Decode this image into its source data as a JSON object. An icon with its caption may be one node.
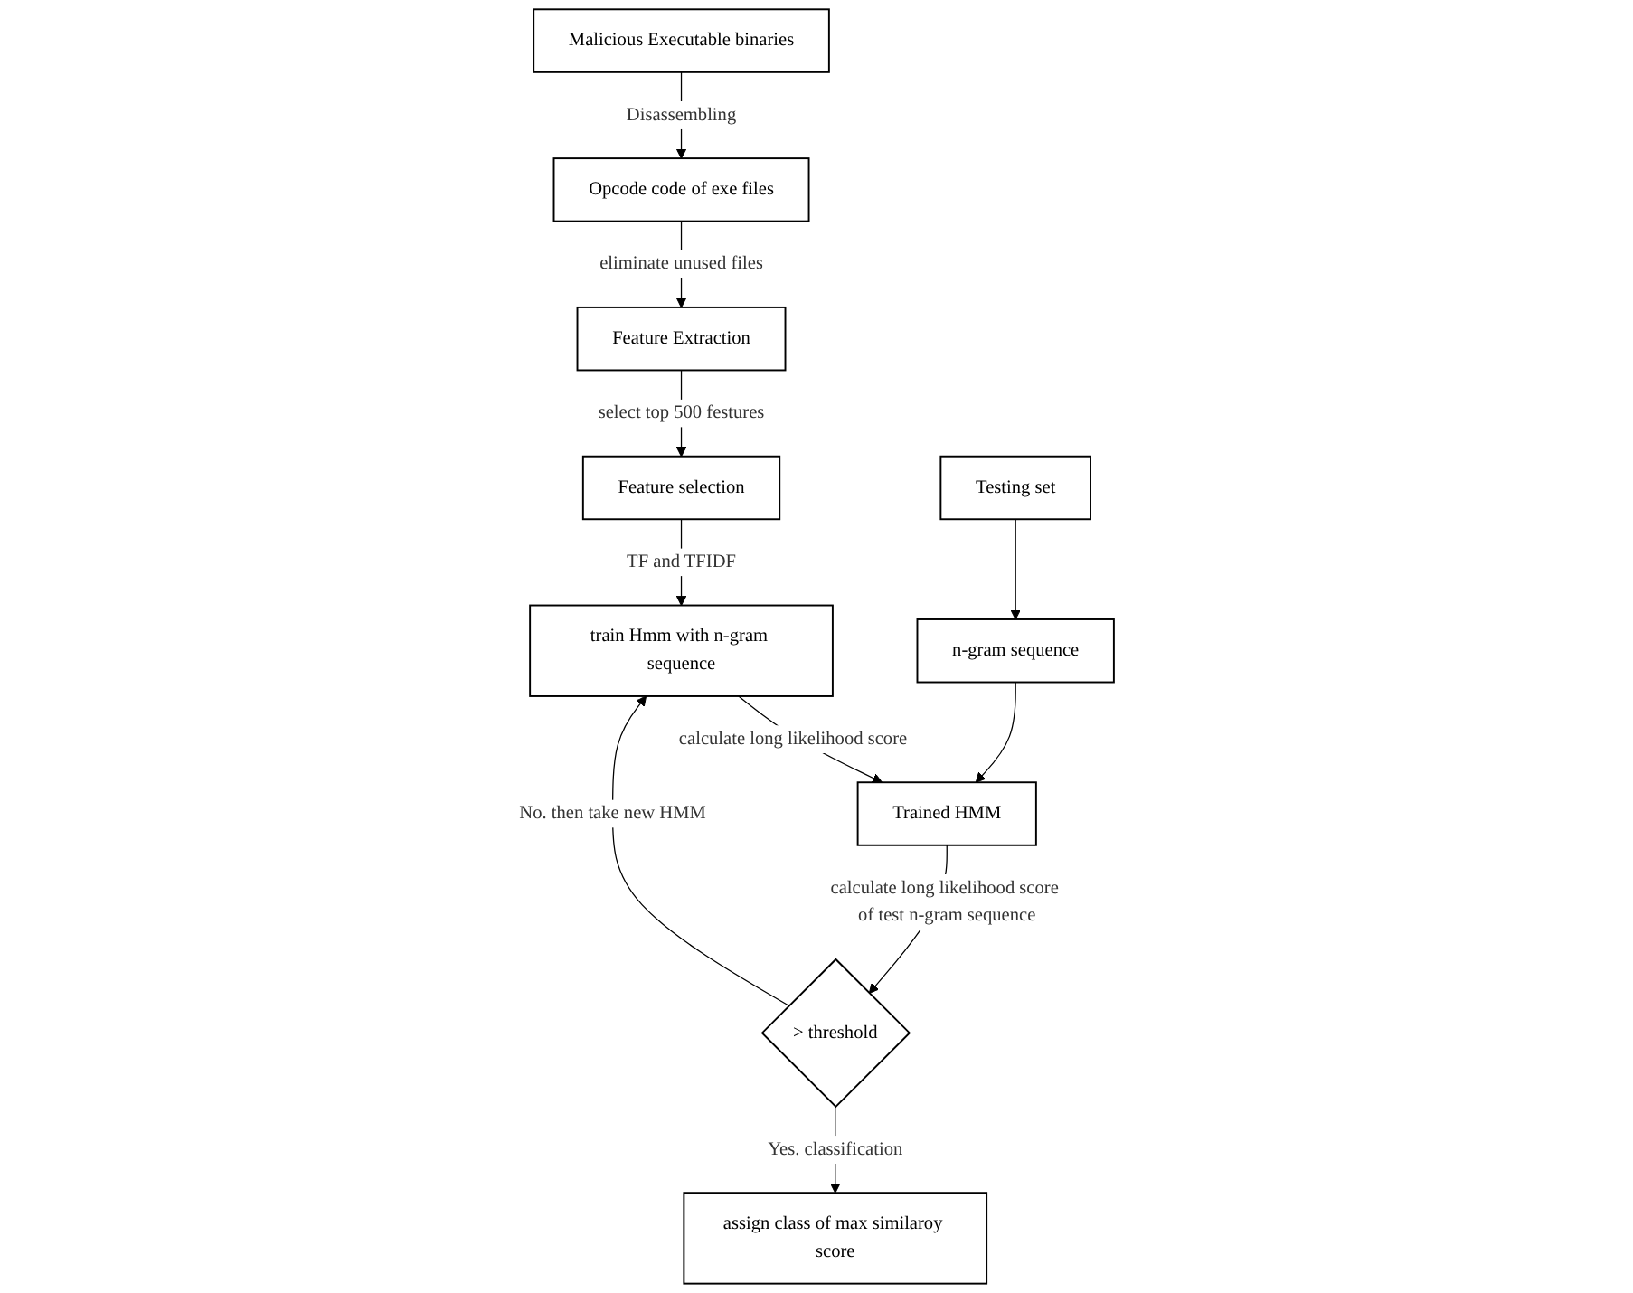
{
  "diagram": {
    "nodes": [
      {
        "text": [
          "Malicious Executable binaries"
        ]
      },
      {
        "text": [
          "Opcode code of exe files"
        ]
      },
      {
        "text": [
          "Feature Extraction"
        ]
      },
      {
        "text": [
          "Feature selection"
        ]
      },
      {
        "text": [
          "Testing set"
        ]
      },
      {
        "text": [
          "train Hmm with n-gram sequence"
        ]
      },
      {
        "text": [
          "n-gram sequence"
        ]
      },
      {
        "text": [
          "Trained HMM"
        ]
      },
      {
        "text": [
          "> threshold"
        ]
      },
      {
        "text": [
          "assign class of max similaroy score"
        ]
      }
    ],
    "edges": [
      {
        "from": 0,
        "to": 1,
        "arrow": "to",
        "label": "Disassembling"
      },
      {
        "from": 1,
        "to": 2,
        "arrow": "to",
        "label": "eliminate unused files"
      },
      {
        "from": 2,
        "to": 3,
        "arrow": "to",
        "label": "select top 500 festures"
      },
      {
        "from": 3,
        "to": 5,
        "arrow": "to",
        "label": "TF and TFIDF"
      },
      {
        "from": 4,
        "to": 6,
        "arrow": "to"
      },
      {
        "from": 5,
        "to": 7,
        "arrow": "to",
        "label": "calculate long likelihood score"
      },
      {
        "from": 6,
        "to": 7,
        "arrow": "to"
      },
      {
        "from": 7,
        "to": 8,
        "arrow": "to",
        "label": "calculate long likelihood score of test n-gram sequence"
      },
      {
        "from": 8,
        "to": 5,
        "arrow": "to",
        "label": "No. then take new HMM"
      },
      {
        "from": 8,
        "to": 9,
        "arrow": "to",
        "label": "Yes. classification"
      }
    ]
  }
}
